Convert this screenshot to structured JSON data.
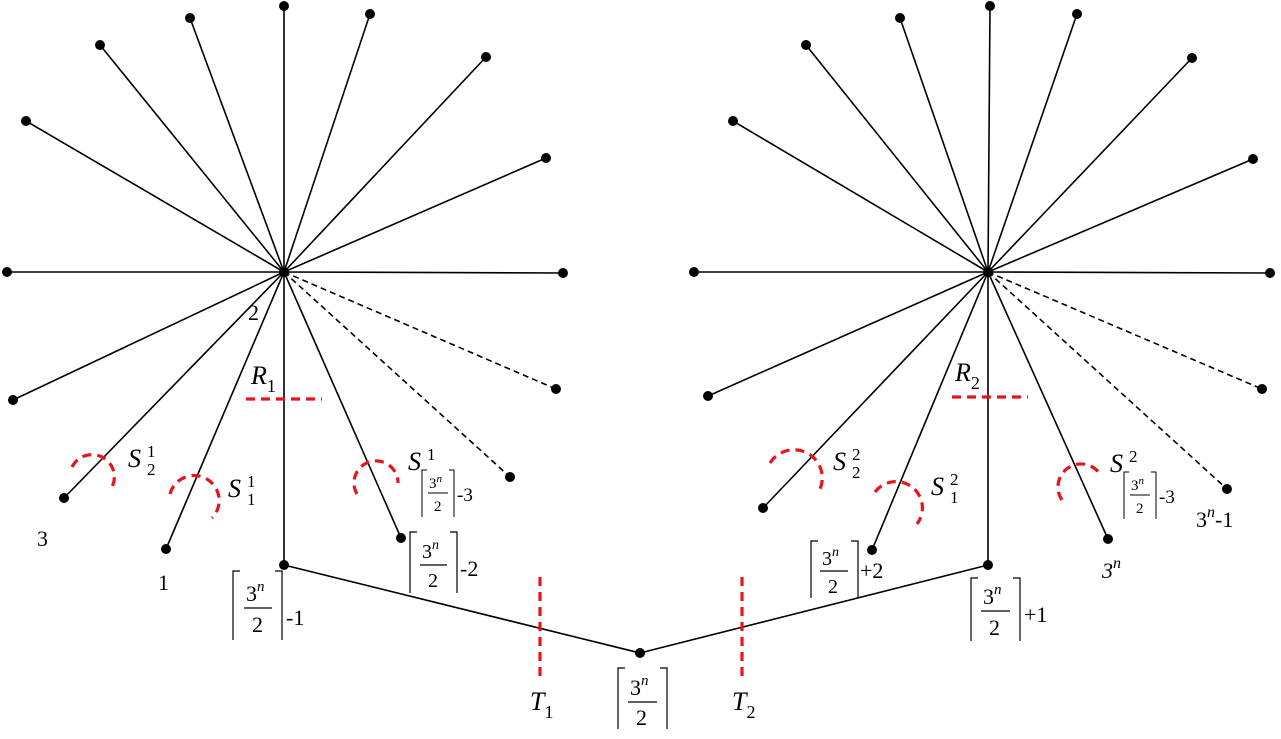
{
  "diagram": {
    "colors": {
      "edge": "#000000",
      "cut": "#e8141b",
      "background": "#ffffff"
    },
    "ceiling": {
      "top": "3",
      "sup": "n",
      "bottom": "2"
    },
    "labels": {
      "v1": "1",
      "v2": "2",
      "v3": "3",
      "ceil_minus1_suffix": "-1",
      "ceil_minus2_suffix": "-2",
      "ceil_minus3_suffix": "-3",
      "ceil_plus1_suffix": "+1",
      "ceil_plus2_suffix": "+2",
      "three_n": "3",
      "three_n_sup": "n",
      "three_n_minus1_base": "3",
      "three_n_minus1_sup": "n",
      "three_n_minus1_suffix": "-1"
    },
    "cuts": {
      "R1": {
        "base": "R",
        "sub": "1"
      },
      "R2": {
        "base": "R",
        "sub": "2"
      },
      "T1": {
        "base": "T",
        "sub": "1"
      },
      "T2": {
        "base": "T",
        "sub": "2"
      },
      "S1_1": {
        "base": "S",
        "sub": "1",
        "sup": "1"
      },
      "S1_2": {
        "base": "S",
        "sub": "2",
        "sup": "1"
      },
      "S1_last": {
        "base": "S",
        "sup": "1"
      },
      "S2_1": {
        "base": "S",
        "sub": "1",
        "sup": "2"
      },
      "S2_2": {
        "base": "S",
        "sub": "2",
        "sup": "2"
      },
      "S2_last": {
        "base": "S",
        "sup": "2"
      }
    }
  }
}
